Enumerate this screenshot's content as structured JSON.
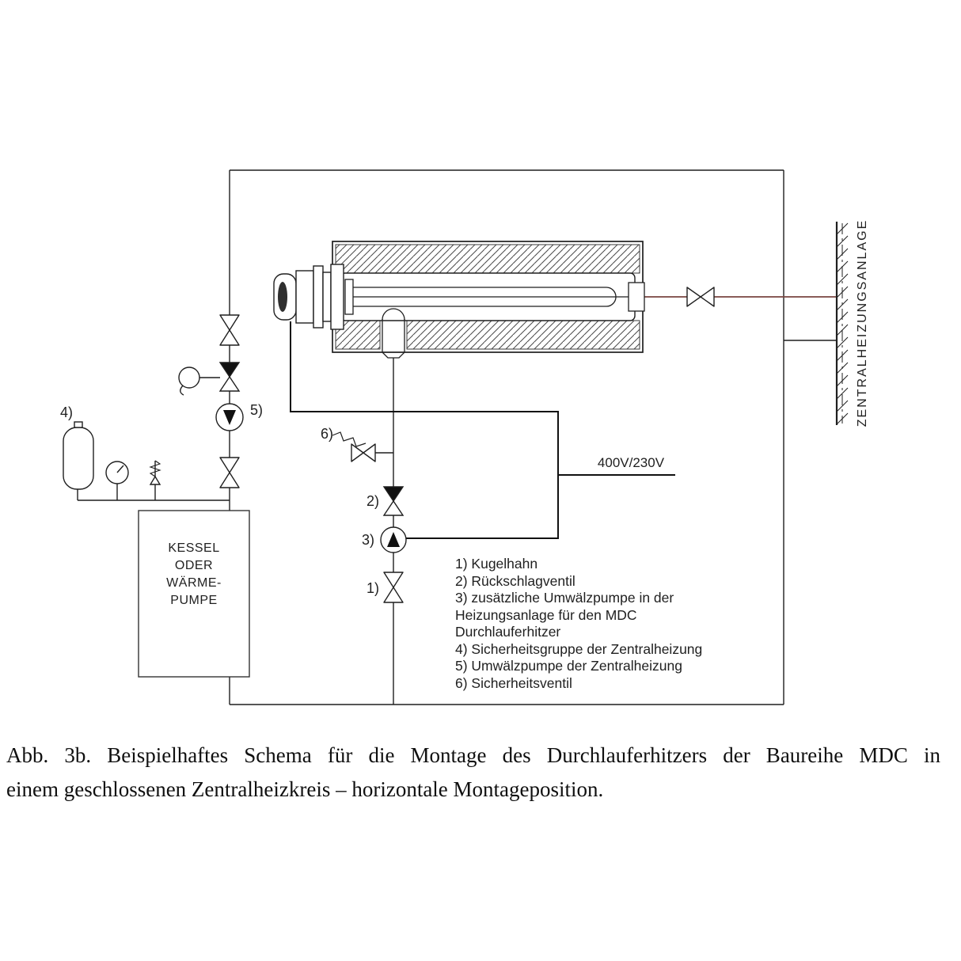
{
  "figure": {
    "caption_line1": "Abb. 3b. Beispielhaftes Schema für die Montage des Durchlauferhitzers der Baureihe MDC in",
    "caption_line2": "einem geschlossenen Zentralheizkreis – horizontale Montageposition."
  },
  "diagram": {
    "wall_label": "ZENTRALHEIZUNGSANLAGE",
    "voltage_label": "400V/230V",
    "kessel": {
      "line1": "KESSEL",
      "line2": "ODER",
      "line3": "WÄRME-",
      "line4": "PUMPE"
    },
    "callouts": {
      "n1": "1)",
      "n2": "2)",
      "n3": "3)",
      "n4": "4)",
      "n5": "5)",
      "n6": "6)"
    },
    "legend": {
      "lines": [
        "1) Kugelhahn",
        "2) Rückschlagventil",
        "3) zusätzliche Umwälzpumpe in der",
        "Heizungsanlage für den MDC",
        "Durchlauferhitzer",
        "4) Sicherheitsgruppe der Zentralheizung",
        "5) Umwälzpumpe der Zentralheizung",
        "6) Sicherheitsventil"
      ]
    },
    "colors": {
      "line": "#1f1f1f",
      "output_line": "#7a4540",
      "hatch": "#4a4a4a",
      "symbol_fill": "#111111"
    }
  }
}
